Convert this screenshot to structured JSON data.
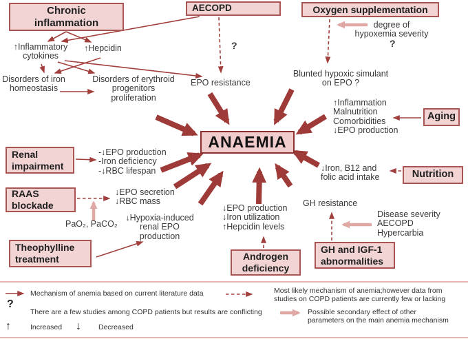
{
  "colors": {
    "background": "#ffffff",
    "arrow-dark": "#a03f3c",
    "arrow-big": "#9e3b38",
    "arrow-pink": "#dfa8a5",
    "box-fill": "#f2d4d4",
    "box-border": "#a85553",
    "center-fill": "#f0cccc",
    "center-border": "#8d2f2c",
    "text": "#3a3939",
    "box-text": "#1f1f1f",
    "legend-line": "#e7b5b3"
  },
  "center": {
    "label": "ANAEMIA"
  },
  "boxes": {
    "chronic_inflammation": "Chronic\ninflammation",
    "aecopd": "AECOPD",
    "oxygen_supplementation": "Oxygen supplementation",
    "aging": "Aging",
    "nutrition": "Nutrition",
    "renal_impairment": "Renal\nimpairment",
    "raas_blockade": "RAAS\nblockade",
    "theophylline_treatment": "Theophylline\ntreatment",
    "androgen_deficiency": "Androgen\ndeficiency",
    "gh_igf1_abnormalities": "GH and IGF-1\nabnormalities"
  },
  "labels": {
    "inflammatory_cytokines": "↑Inflammatory\ncytokines",
    "hepcidin": "↑Hepcidin",
    "iron_homeostasis": "Disorders of iron\nhomeostasis",
    "erythroid_progenitors": "Disorders of erythroid\nprogenitors\nproliferation",
    "epo_resistance": "EPO resistance",
    "aecopd_question": "?",
    "hypoxemia_severity": "degree of\nhypoxemia severity",
    "hypoxemia_question": "?",
    "blunted_hypoxic": "Blunted hypoxic simulant\non EPO ?",
    "aging_effects": "↑Inflammation\nMalnutrition\nComorbidities\n↓EPO production",
    "nutrition_effects": "↓Iron, B12 and\nfolic acid intake",
    "renal_effects": "-↓EPO production\n-Iron deficiency\n-↓RBC lifespan",
    "raas_effects": "↓EPO secretion\n↓RBC mass",
    "pao2_paco2": "PaO₂, PaCO₂",
    "hypoxia_induced": "↓Hypoxia-induced\nrenal EPO\nproduction",
    "androgen_effects": "↓EPO production\n↓Iron utilization\n↑Hepcidin levels",
    "gh_resistance": "GH resistance",
    "disease_severity": "Disease severity\nAECOPD\nHypercarbia"
  },
  "legend": {
    "solid_text": "Mechanism of anemia based on current literature data",
    "dashed_text": "Most likely mechanism of anemia;however data from\nstudies on COPD patients are currently few or lacking",
    "question_symbol": "?",
    "question_text": "There are a few studies among COPD patients but results are conflicting",
    "pink_text": "Possible secondary effect of other\nparameters on the main anemia mechanism",
    "increased_symbol": "↑",
    "increased_label": "Increased",
    "decreased_symbol": "↓",
    "decreased_label": "Decreased"
  }
}
